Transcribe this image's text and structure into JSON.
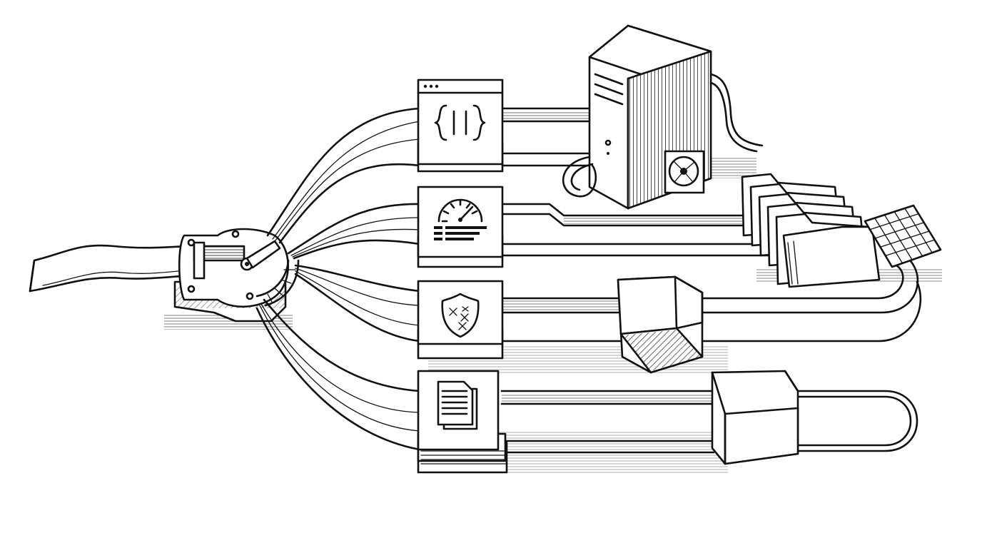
{
  "diagram": {
    "style": "black-and-white engraved line illustration",
    "ink_color": "#111111",
    "paper_color": "#ffffff",
    "nodes": [
      {
        "id": "input-ribbon",
        "icon": "paper-tape-icon"
      },
      {
        "id": "splitter-hub",
        "icon": "rotary-switch-icon"
      },
      {
        "id": "code-module",
        "icon": "code-braces-icon"
      },
      {
        "id": "monitoring-module",
        "icon": "gauge-dashboard-icon"
      },
      {
        "id": "security-module",
        "icon": "shield-icon"
      },
      {
        "id": "documents-module",
        "icon": "document-stack-icon"
      },
      {
        "id": "server",
        "icon": "server-tower-icon"
      },
      {
        "id": "file-archive",
        "icon": "folder-stack-icon"
      },
      {
        "id": "grid-sheet",
        "icon": "spreadsheet-grid-icon"
      },
      {
        "id": "filter-block-upper",
        "icon": "box-block-icon"
      },
      {
        "id": "filter-block-lower",
        "icon": "box-block-icon"
      }
    ],
    "connections": [
      {
        "from": "input-ribbon",
        "to": "splitter-hub"
      },
      {
        "from": "splitter-hub",
        "to": "code-module"
      },
      {
        "from": "splitter-hub",
        "to": "monitoring-module"
      },
      {
        "from": "splitter-hub",
        "to": "security-module"
      },
      {
        "from": "splitter-hub",
        "to": "documents-module"
      },
      {
        "from": "code-module",
        "to": "server"
      },
      {
        "from": "monitoring-module",
        "to": "file-archive"
      },
      {
        "from": "security-module",
        "to": "filter-block-upper"
      },
      {
        "from": "filter-block-upper",
        "to": "file-archive"
      },
      {
        "from": "documents-module",
        "to": "filter-block-lower"
      }
    ]
  }
}
